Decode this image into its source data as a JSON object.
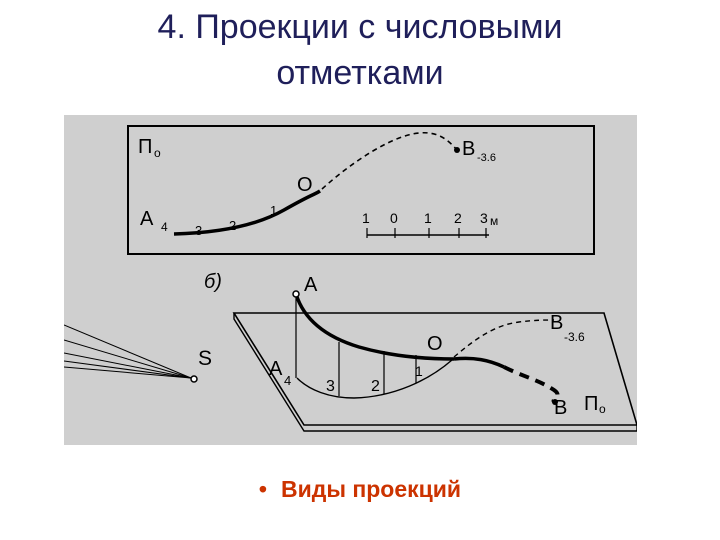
{
  "slide": {
    "title_line1": "4. Проекции с числовыми",
    "title_line2": "отметками",
    "bullet": "Виды проекций"
  },
  "figure": {
    "top": {
      "plane": "П",
      "plane_sub": "о",
      "pointB": "В",
      "pointB_mark": "-3.6",
      "pointO": "О",
      "pointA": "А",
      "pointA_mark": "4",
      "mark3": "3",
      "mark2": "2",
      "mark1": "1",
      "scale_ticks": [
        "1",
        "0",
        "1",
        "2",
        "3"
      ],
      "scale_unit": "м"
    },
    "bottom": {
      "label_b": "б)",
      "pointA": "А",
      "pointS": "S",
      "pointA4": "А",
      "pointA4_sub": "4",
      "mark3": "3",
      "mark2": "2",
      "mark1": "1",
      "pointO": "О",
      "pointB_upper": "В",
      "pointB_upper_mark": "-3.6",
      "pointB": "В",
      "plane": "П",
      "plane_sub": "о"
    }
  },
  "colors": {
    "title": "#1f1f5a",
    "bullet": "#cc3300",
    "figure_bg": "#cfcfcf"
  }
}
